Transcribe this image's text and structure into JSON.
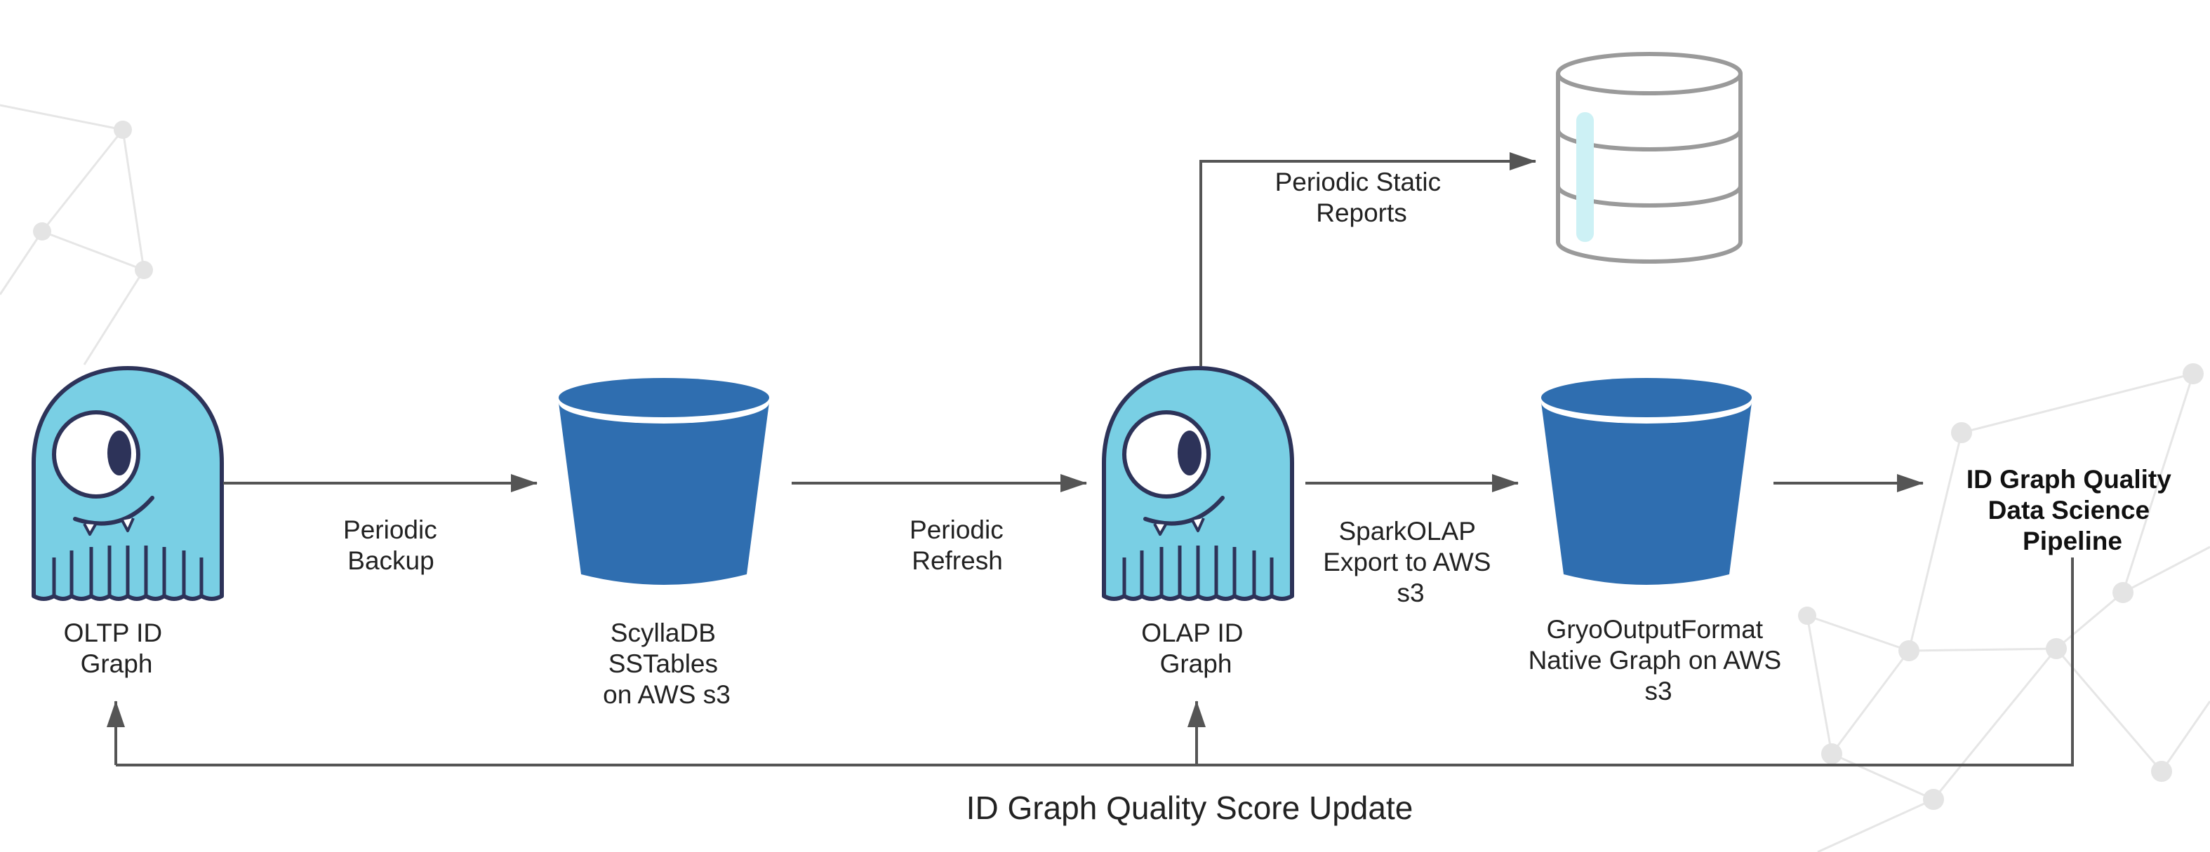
{
  "nodes": {
    "oltp": {
      "lines": [
        "OLTP ID",
        "Graph"
      ]
    },
    "sstables": {
      "lines": [
        "ScyllaDB",
        "SSTables",
        "on AWS s3"
      ]
    },
    "olap": {
      "lines": [
        "OLAP ID",
        "Graph"
      ]
    },
    "gryo": {
      "lines": [
        "GryoOutputFormat",
        "Native Graph on AWS",
        "s3"
      ]
    },
    "pipeline": {
      "lines": [
        "ID Graph Quality",
        "Data Science",
        "Pipeline"
      ]
    }
  },
  "edges": {
    "backup": {
      "lines": [
        "Periodic",
        "Backup"
      ]
    },
    "refresh": {
      "lines": [
        "Periodic",
        "Refresh"
      ]
    },
    "export": {
      "lines": [
        "SparkOLAP",
        "Export to AWS",
        "s3"
      ]
    },
    "reports": {
      "lines": [
        "Periodic Static",
        "Reports"
      ]
    },
    "feedback": {
      "label": "ID Graph Quality Score Update"
    }
  },
  "colors": {
    "mascot": "#79cfe4",
    "mascot_outline": "#2d3359",
    "bucket": "#2f6eb0",
    "database": "#9a9a9a",
    "arrow": "#555555"
  }
}
